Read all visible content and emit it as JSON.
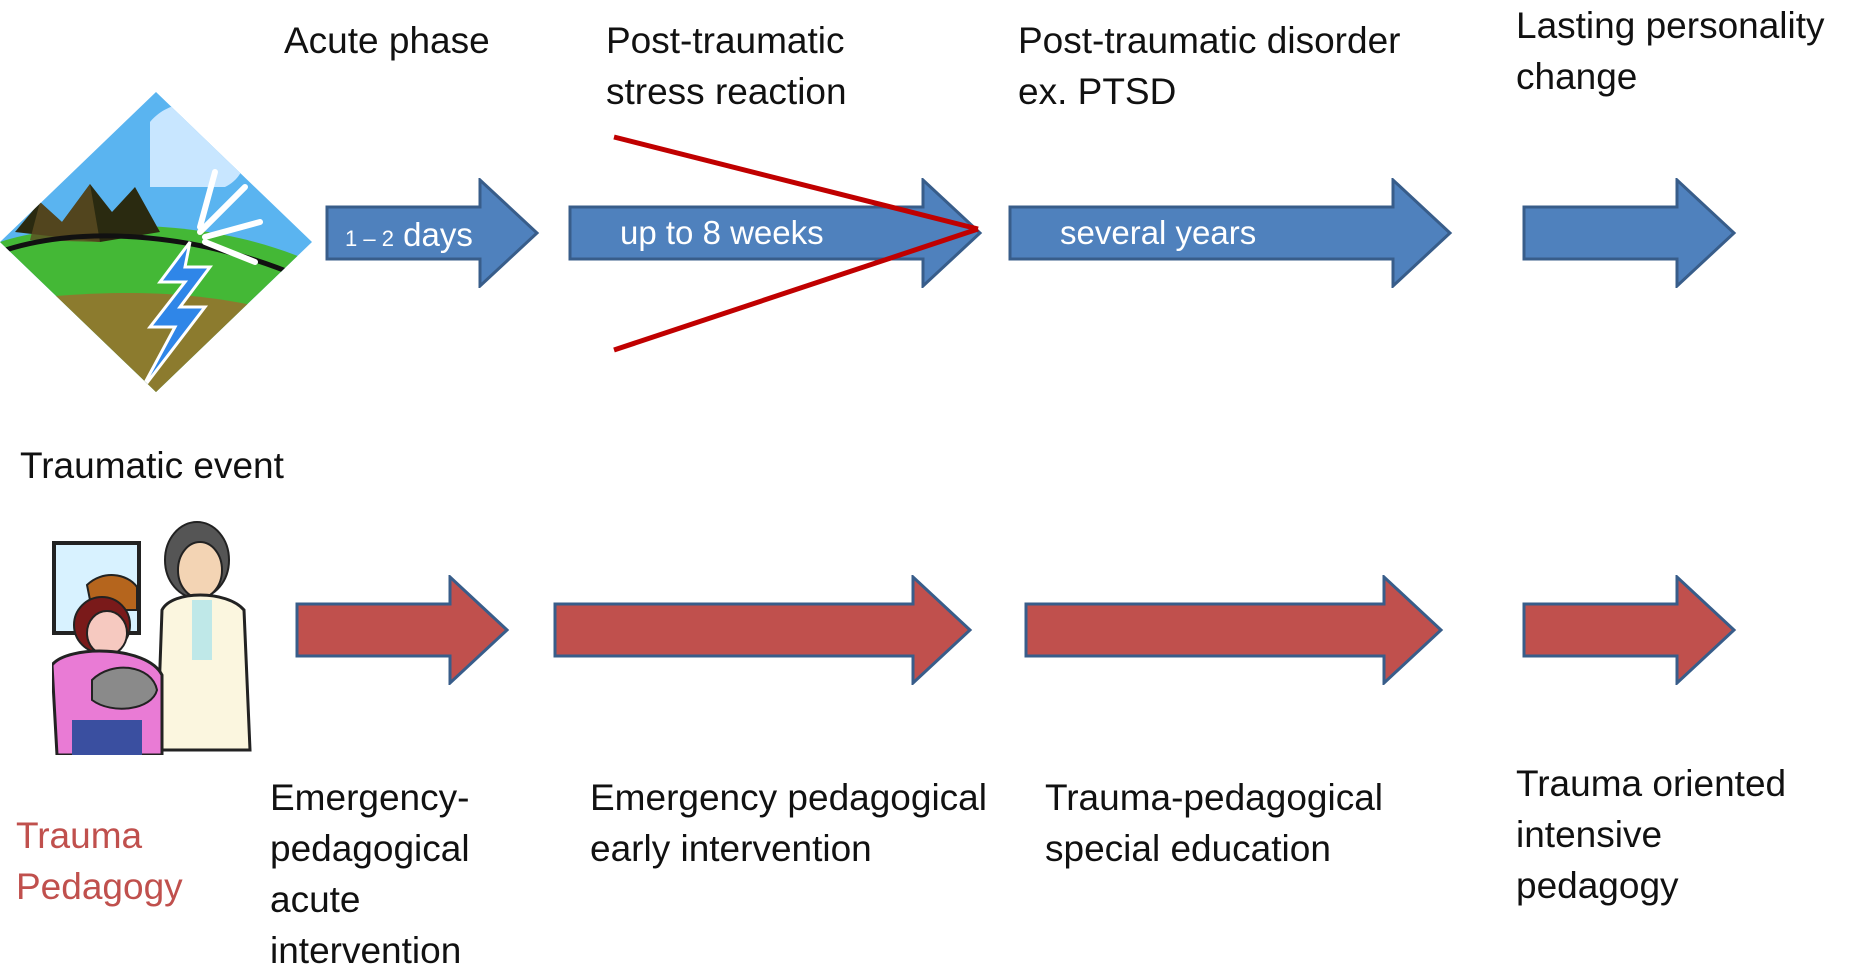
{
  "top_row": {
    "labels": {
      "acute_phase": "Acute phase",
      "post_traumatic_stress": "Post-traumatic\nstress reaction",
      "post_traumatic_disorder": "Post-traumatic disorder\nex. PTSD",
      "lasting_change": "Lasting personality\nchange"
    },
    "arrows": {
      "days_prefix": "1 – 2",
      "days_suffix": "days",
      "weeks": "up to 8 weeks",
      "years": "several years"
    },
    "event_label": "Traumatic event",
    "event_icon": "storm-lightning-icon",
    "arrow_color": "#4f81bd"
  },
  "bottom_row": {
    "title": "Trauma\nPedagogy",
    "title_color": "#c0504d",
    "arrow_color": "#c0504d",
    "icon": "vet-child-pet-icon",
    "labels": {
      "acute_intervention": "Emergency-\npedagogical\nacute\nintervention",
      "early_intervention": "Emergency pedagogical\nearly intervention",
      "special_education": "Trauma-pedagogical\nspecial education",
      "intensive_pedagogy": "Trauma oriented\nintensive\npedagogy"
    }
  },
  "cross_color": "#c00000"
}
